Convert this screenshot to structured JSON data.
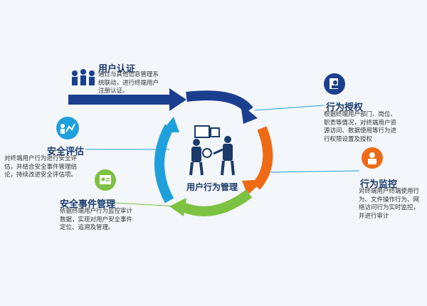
{
  "center": {
    "label": "用户行为管理"
  },
  "nodes": {
    "user_auth": {
      "title": "用户认证",
      "desc": [
        "通过与其他信息管理系",
        "统联动，进行终端用户",
        "注册认证。"
      ]
    },
    "behavior_auth": {
      "title": "行为授权",
      "desc": [
        "根据终端用户部门、岗位、",
        "职责等情况，对终端用户资",
        "源访问、数据使用等行为进",
        "行权限设置及授权"
      ]
    },
    "behavior_monitor": {
      "title": "行为监控",
      "desc": [
        "对终端用户终端使用行",
        "为、文件操作行为、网",
        "络访问行为实时监控，",
        "并进行审计"
      ]
    },
    "security_eval": {
      "title": "安全评估",
      "desc": [
        "对终端用户行为进行安全评",
        "估，并结合安全事件管理结",
        "论，持续改进安全评估项。"
      ]
    },
    "incident_mgmt": {
      "title": "安全事件管理",
      "desc": [
        "依据终端用户行为监控审计",
        "数据，实现对用户安全事件",
        "定位、追溯及管理。"
      ]
    }
  },
  "colors": {
    "navy": "#1b3f8f",
    "orange": "#ee6a15",
    "green": "#7dc242",
    "cyan": "#1ea0dc",
    "title": "#1a3a6b"
  }
}
